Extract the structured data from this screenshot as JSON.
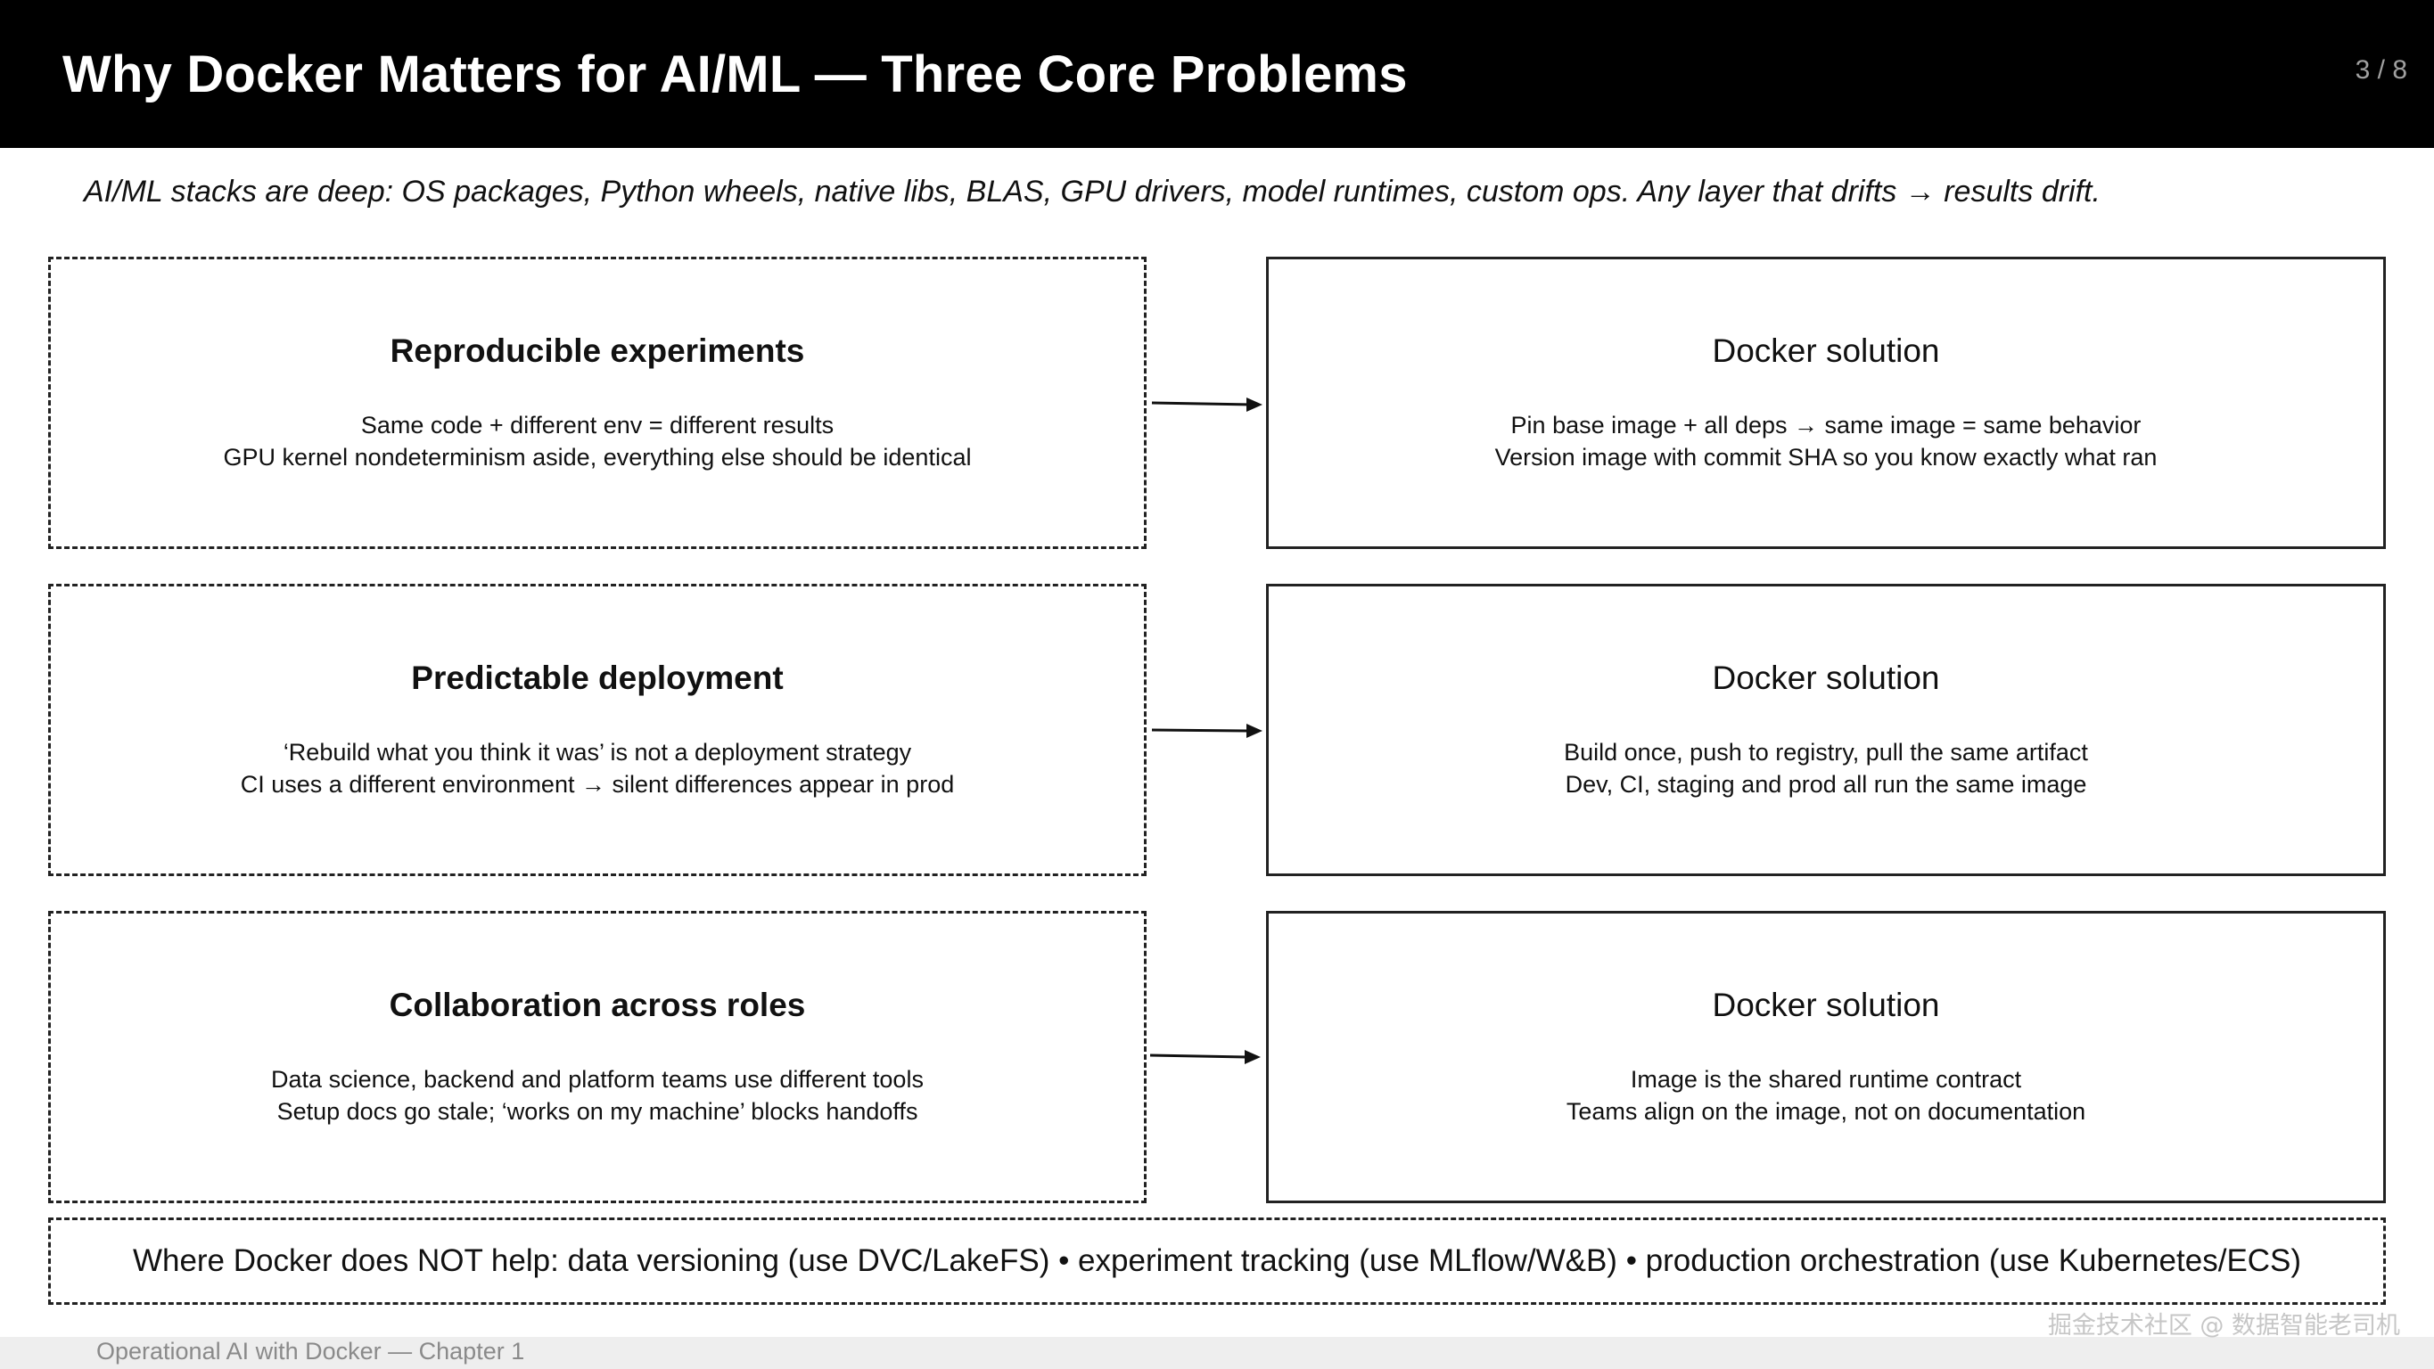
{
  "header": {
    "title": "Why Docker Matters for AI/ML — Three Core Problems",
    "page_number": "3 / 8"
  },
  "intro": "AI/ML stacks are deep: OS packages, Python wheels, native libs, BLAS, GPU drivers, model runtimes, custom ops. Any layer that drifts → results drift.",
  "rows": [
    {
      "problem": {
        "title": "Reproducible experiments",
        "lines": [
          "Same code + different env = different results",
          "GPU kernel nondeterminism aside, everything else should be identical"
        ]
      },
      "solution": {
        "title": "Docker solution",
        "lines": [
          "Pin base image + all deps → same image = same behavior",
          "Version image with commit SHA so you know exactly what ran"
        ]
      }
    },
    {
      "problem": {
        "title": "Predictable deployment",
        "lines": [
          "‘Rebuild what you think it was’ is not a deployment strategy",
          "CI uses a different environment → silent differences appear in prod"
        ]
      },
      "solution": {
        "title": "Docker solution",
        "lines": [
          "Build once, push to registry, pull the same artifact",
          "Dev, CI, staging and prod all run the same image"
        ]
      }
    },
    {
      "problem": {
        "title": "Collaboration across roles",
        "lines": [
          "Data science, backend and platform teams use different tools",
          "Setup docs go stale; ‘works on my machine’ blocks handoffs"
        ]
      },
      "solution": {
        "title": "Docker solution",
        "lines": [
          "Image is the shared runtime contract",
          "Teams align on the image, not on documentation"
        ]
      }
    }
  ],
  "footer_note": "Where Docker does NOT help: data versioning (use DVC/LakeFS) • experiment tracking (use MLflow/W&B) • production orchestration (use Kubernetes/ECS)",
  "chapter_label": "Operational AI with Docker — Chapter 1",
  "watermark": "掘金技术社区 @ 数据智能老司机",
  "colors": {
    "header_bg": "#000000",
    "header_text": "#ffffff",
    "border": "#222222"
  }
}
